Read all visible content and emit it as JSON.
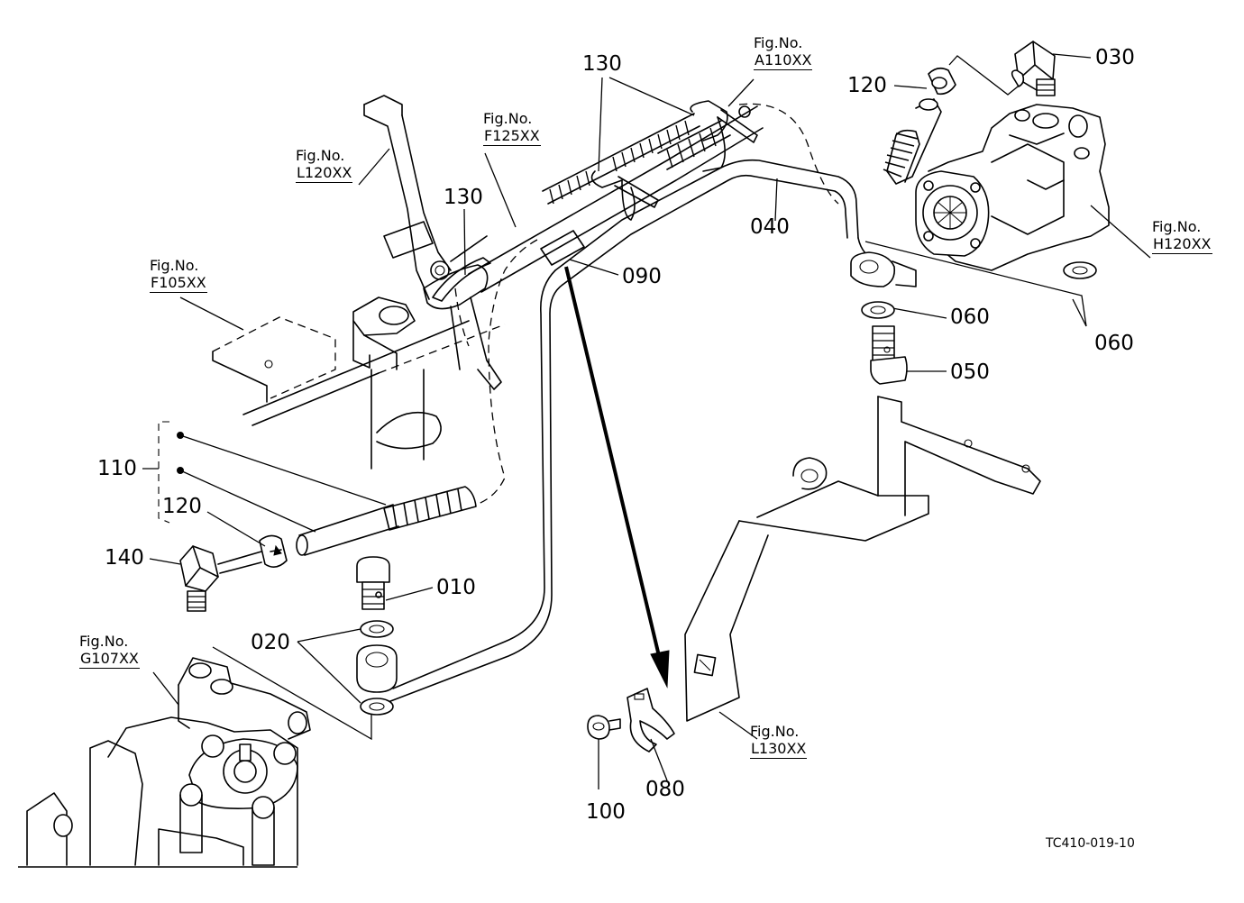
{
  "part_labels": {
    "p010": "010",
    "p020": "020",
    "p030": "030",
    "p040": "040",
    "p050": "050",
    "p060a": "060",
    "p060b": "060",
    "p080": "080",
    "p090": "090",
    "p100": "100",
    "p110": "110",
    "p120a": "120",
    "p120b": "120",
    "p130a": "130",
    "p130b": "130",
    "p140": "140"
  },
  "figure_refs": {
    "label": "Fig.No.",
    "l120": "L120XX",
    "f125": "F125XX",
    "a110": "A110XX",
    "h120": "H120XX",
    "f105": "F105XX",
    "g107": "G107XX",
    "l130": "L130XX"
  },
  "drawing_code": "TC410-019-10"
}
